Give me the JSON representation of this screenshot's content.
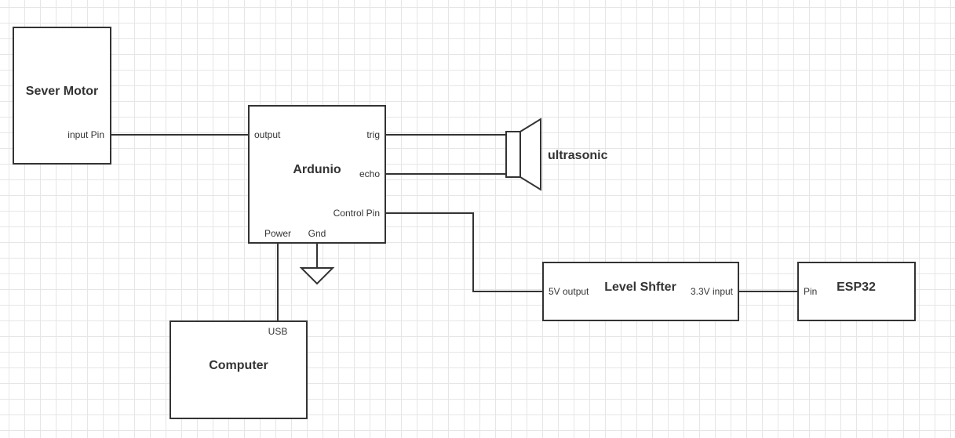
{
  "blocks": {
    "servo": {
      "title": "Sever Motor",
      "pins": {
        "input": "input Pin"
      }
    },
    "arduino": {
      "title": "Ardunio",
      "pins": {
        "output": "output",
        "trig": "trig",
        "echo": "echo",
        "control": "Control Pin",
        "power": "Power",
        "gnd": "Gnd"
      }
    },
    "ultrasonic": {
      "title": "ultrasonic"
    },
    "computer": {
      "title": "Computer",
      "pins": {
        "usb": "USB"
      }
    },
    "level_shifter": {
      "title": "Level Shfter",
      "pins": {
        "in5v": "5V output",
        "out33v": "3.3V input"
      }
    },
    "esp32": {
      "title": "ESP32",
      "pins": {
        "pin": "Pin"
      }
    }
  },
  "colors": {
    "stroke": "#333333",
    "grid": "#e6e6e6",
    "background": "#ffffff"
  }
}
